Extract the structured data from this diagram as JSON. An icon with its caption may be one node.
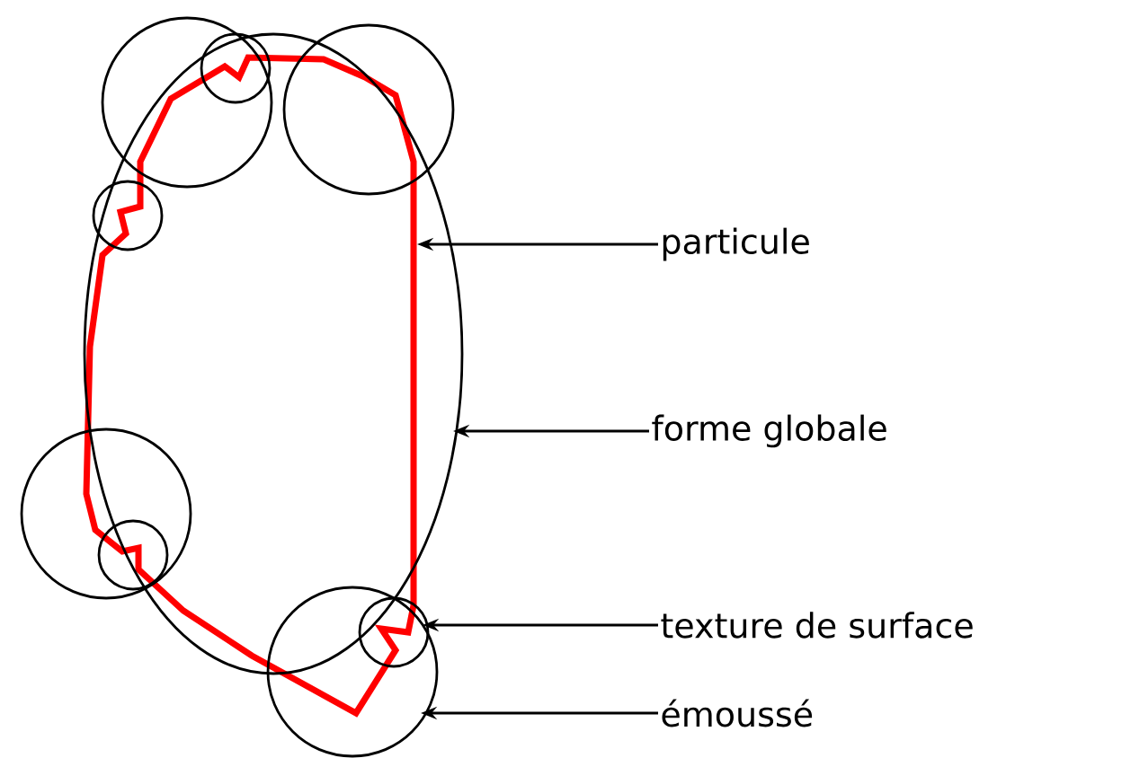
{
  "diagram": {
    "nodes": [
      {
        "text": [
          "particule"
        ]
      },
      {
        "text": [
          "forme globale"
        ]
      },
      {
        "text": [
          "texture de surface"
        ]
      },
      {
        "text": [
          "émoussé"
        ]
      }
    ],
    "edges": [
      {
        "from": 0,
        "to": null,
        "arrow": "to"
      },
      {
        "from": 1,
        "to": null,
        "arrow": "to"
      },
      {
        "from": 2,
        "to": null,
        "arrow": "to"
      },
      {
        "from": 3,
        "to": null,
        "arrow": "to"
      }
    ]
  }
}
